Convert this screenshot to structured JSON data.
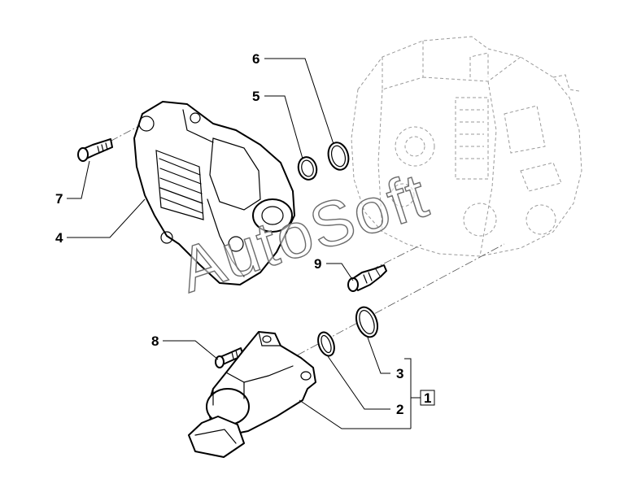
{
  "watermark": "AutoSoft",
  "callouts": {
    "c1": "1",
    "c2": "2",
    "c3": "3",
    "c4": "4",
    "c5": "5",
    "c6": "6",
    "c7": "7",
    "c8": "8",
    "c9": "9"
  },
  "colors": {
    "line": "#000000",
    "ghost": "#9a9a9a",
    "background": "#ffffff"
  }
}
